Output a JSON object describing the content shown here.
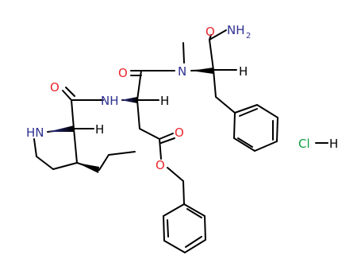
{
  "colors": {
    "bond": "#000000",
    "oxygen": "#e8262d",
    "nitrogen": "#2f3192",
    "chlorine": "#0f9e42",
    "hydrogen": "#000000"
  },
  "labels": {
    "amide_n_top": "NH",
    "amide_n_top_sub": "2",
    "amide_o_top": "O",
    "methyl_n": "N",
    "alpha_h_right": "H",
    "carbonyl_o_mid": "O",
    "amide_nh_mid": "NH",
    "alpha_h_mid": "H",
    "carbonyl_o_left": "O",
    "ring_nh": "HN",
    "ring_h": "H",
    "ester_o_carbonyl": "O",
    "ester_o_link": "O",
    "salt_cl": "Cl",
    "salt_h": "H"
  }
}
